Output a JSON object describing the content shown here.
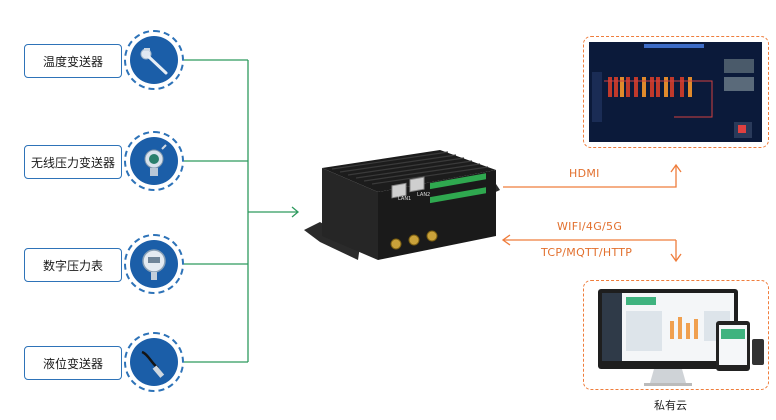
{
  "sensors": [
    {
      "label": "温度变送器",
      "icon": "temperature-probe-icon"
    },
    {
      "label": "无线压力变送器",
      "icon": "wireless-pressure-sensor-icon"
    },
    {
      "label": "数字压力表",
      "icon": "digital-pressure-gauge-icon"
    },
    {
      "label": "液位变送器",
      "icon": "level-sensor-icon"
    }
  ],
  "gateway": {
    "icon": "edge-gateway-device-icon",
    "port_labels": [
      "LAN1",
      "LAN2"
    ]
  },
  "links": {
    "hdmi": "HDMI",
    "wireless": "WIFI/4G/5G",
    "protocols": "TCP/MQTT/HTTP"
  },
  "outputs": {
    "scada_screen": {
      "icon": "scada-monitor-screen-icon"
    },
    "cloud_screen": {
      "icon": "computer-dashboard-icon",
      "caption": "私有云"
    }
  },
  "colors": {
    "accent_blue": "#2e73b8",
    "line_green": "#2e9a5e",
    "accent_orange": "#ef7d3c"
  }
}
